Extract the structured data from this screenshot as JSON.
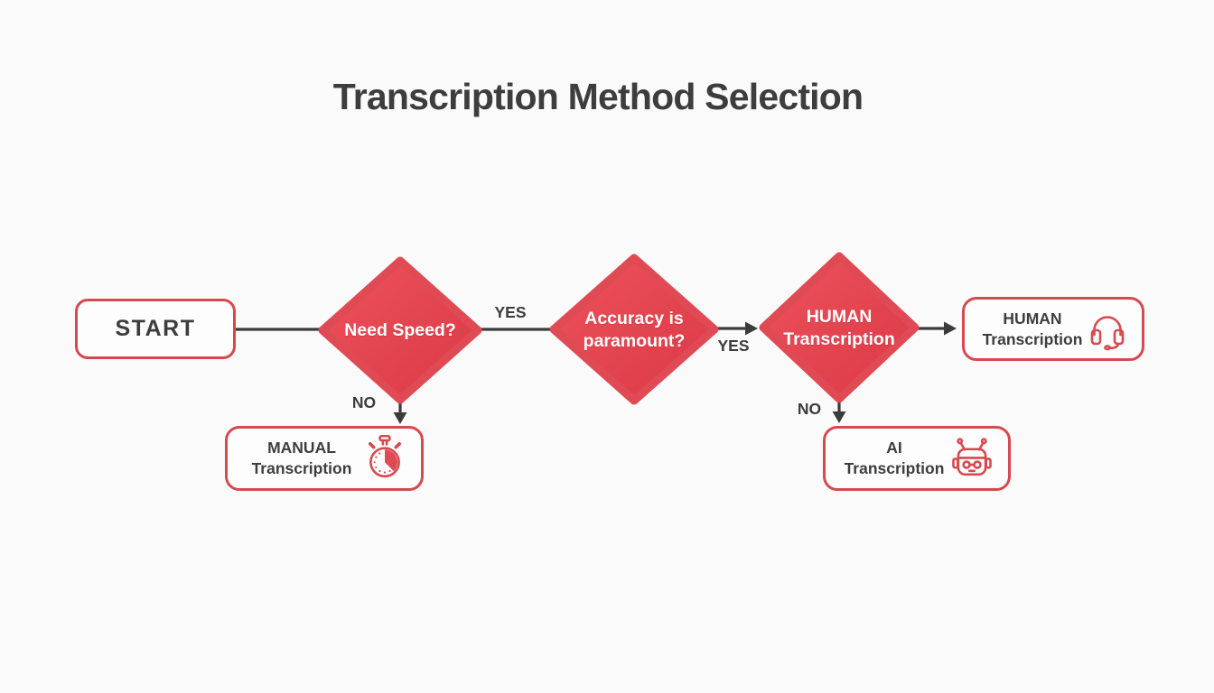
{
  "title": "Transcription Method Selection",
  "colors": {
    "background": "#fafafa",
    "diamond_gradient_top": "#ee525d",
    "diamond_gradient_bottom": "#d93944",
    "box_border": "#d6494f",
    "icon_red": "#d6494f",
    "connector_dark": "#3b3b3b",
    "text_dark": "#3d3d3d",
    "diamond_text": "#ffffff"
  },
  "nodes": {
    "start": {
      "type": "terminal",
      "label": "START"
    },
    "need_speed": {
      "type": "decision",
      "label": "Need Speed?"
    },
    "accuracy": {
      "type": "decision",
      "label_line1": "Accuracy is",
      "label_line2": "paramount?"
    },
    "human_decision": {
      "type": "decision",
      "label_line1": "HUMAN",
      "label_line2": "Transcription"
    },
    "human_result": {
      "type": "result",
      "label_line1": "HUMAN",
      "label_line2": "Transcription",
      "icon": "headset-icon"
    },
    "manual_result": {
      "type": "result",
      "label_line1": "MANUAL",
      "label_line2": "Transcription",
      "icon": "stopwatch-icon"
    },
    "ai_result": {
      "type": "result",
      "label_line1": "AI",
      "label_line2": "Transcription",
      "icon": "robot-icon"
    }
  },
  "edges": {
    "need_speed_yes": "YES",
    "accuracy_yes": "YES",
    "need_speed_no": "NO",
    "human_decision_no": "NO"
  }
}
